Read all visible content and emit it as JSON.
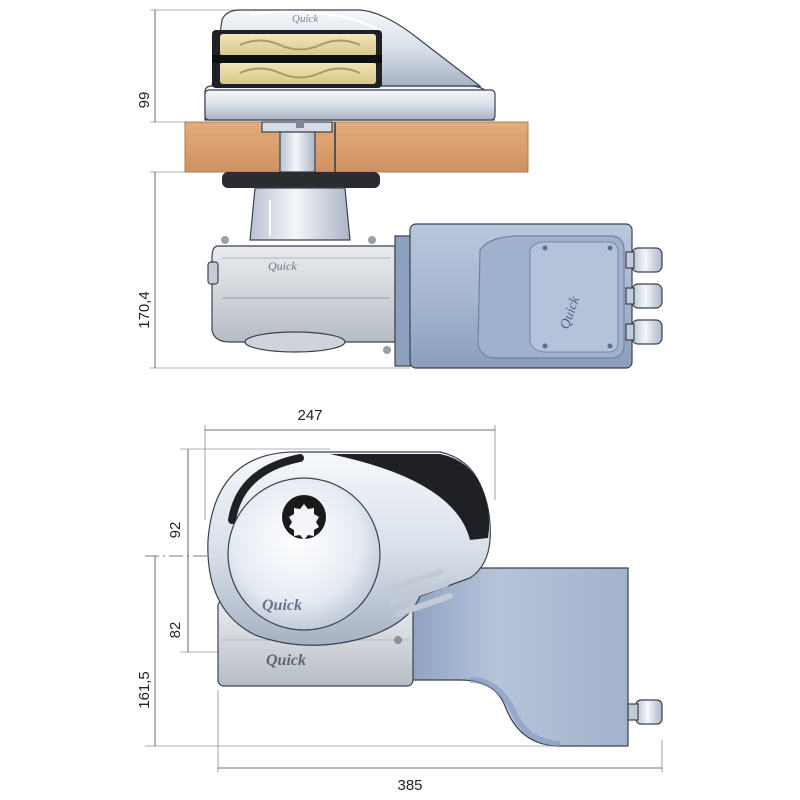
{
  "dimensions": {
    "top_height_upper": "99",
    "top_height_lower": "170,4",
    "bottom_width_upper": "247",
    "bottom_height_upper": "92",
    "bottom_height_mid": "82",
    "bottom_height_lower": "161,5",
    "bottom_width_total": "385"
  },
  "logos": {
    "top_cover": "Quick",
    "top_gearbox": "Quick",
    "top_motor": "Quick",
    "bottom_cover": "Quick",
    "bottom_gearbox": "Quick"
  },
  "colors": {
    "wood": "#d9a070",
    "wood_edge": "#b07a4a",
    "chrome": "#dfe6ef",
    "chrome_dark": "#9aa6b6",
    "motor_blue": "#a9b9d3",
    "motor_blue_dark": "#7f93b5",
    "gearbox_gray": "#d4d7dc",
    "black": "#1a1a1a"
  }
}
